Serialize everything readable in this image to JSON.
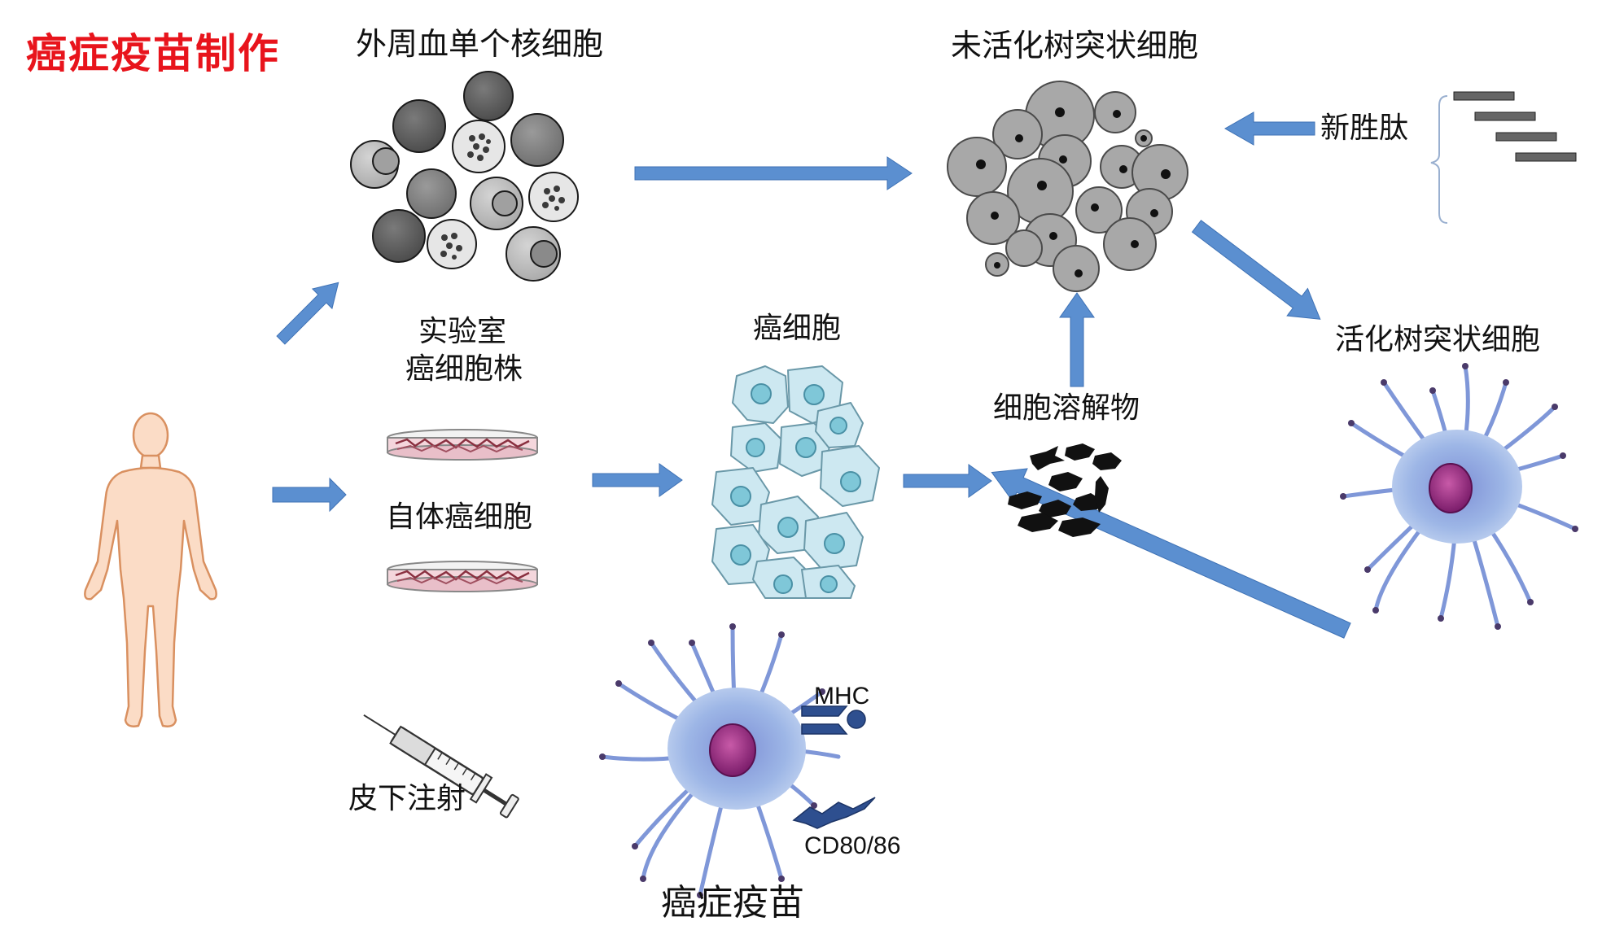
{
  "title": "癌症疫苗制作",
  "labels": {
    "pbmc": "外周血单个核细胞",
    "immature_dc": "未活化树突状细胞",
    "neoantigen": "新胜肽",
    "lab_line1": "实验室",
    "lab_line2": "癌细胞株",
    "autologous": "自体癌细胞",
    "cancer_cells": "癌细胞",
    "lysate": "细胞溶解物",
    "mature_dc": "活化树突状细胞",
    "injection": "皮下注射",
    "mhc": "MHC",
    "cd80": "CD80/86",
    "vaccine": "癌症疫苗"
  },
  "colors": {
    "title": "#e8141c",
    "arrow": "#5b8fd0",
    "skin": "#fbdcc6",
    "skin_outline": "#d99060",
    "dc_body": "#9ab3e0",
    "nucleus": "#8a2a7a",
    "gray_cell": "#a8a8a8",
    "cancer_cell": "#cde8f1"
  },
  "icons": [
    "human-figure-icon",
    "petri-dish-icon",
    "syringe-icon",
    "mhc-receptor-icon",
    "cd80-receptor-icon",
    "peptide-bars-icon"
  ]
}
